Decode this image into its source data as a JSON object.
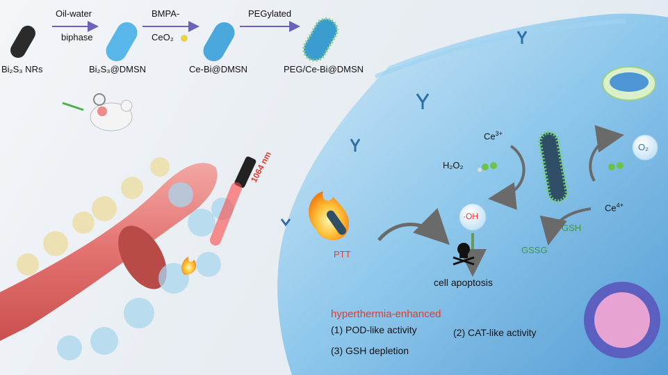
{
  "synthesis": {
    "step1_label_top": "Oil-water",
    "step1_label_bottom": "biphase",
    "step2_label_top": "BMPA-",
    "step2_label_bottom": "CeO₂",
    "step3_label": "PEGylated",
    "products": [
      "Bi₂S₃ NRs",
      "Bi₂S₃@DMSN",
      "Ce-Bi@DMSN",
      "PEG/Ce-Bi@DMSN"
    ]
  },
  "laser": {
    "label": "1064 nm",
    "color": "#e53b2d"
  },
  "ptt_label": "PTT",
  "cycle": {
    "ce3": "Ce",
    "ce3_charge": "3+",
    "ce4": "Ce",
    "ce4_charge": "4+",
    "h2o2": "H₂O₂",
    "oh": "·OH",
    "o2": "O₂",
    "gsh": "GSH",
    "gssg": "GSSG"
  },
  "apoptosis_label": "cell apoptosis",
  "mechanism": {
    "title": "hyperthermia-enhanced",
    "item1": "(1) POD-like activity",
    "item2": "(2) CAT-like activity",
    "item3": "(3) GSH depletion"
  },
  "colors": {
    "red": "#e03a2a",
    "green": "#3a9a3a",
    "cell": "#6fb6e6",
    "vessel": "#e07a78"
  }
}
